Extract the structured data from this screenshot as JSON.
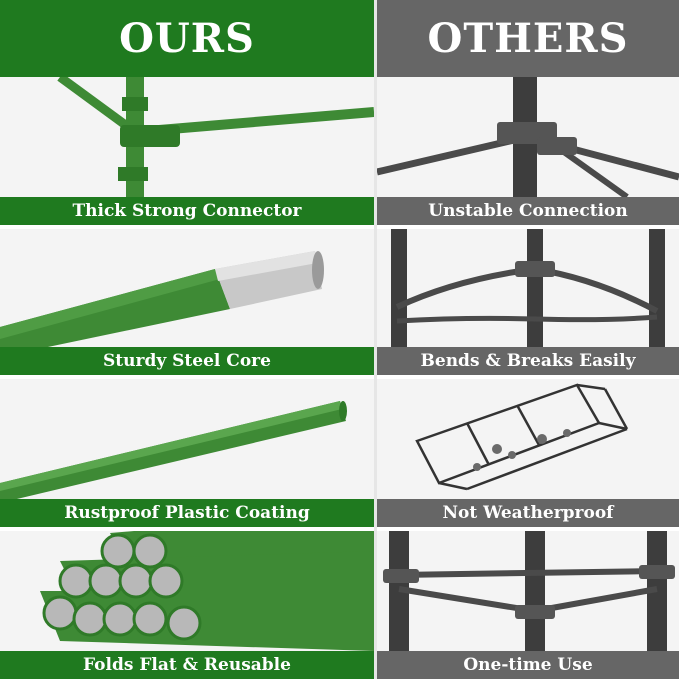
{
  "headers": {
    "ours": "OURS",
    "others": "OTHERS"
  },
  "rows": [
    {
      "ours_caption": "Thick Strong Connector",
      "others_caption": "Unstable Connection"
    },
    {
      "ours_caption": "Sturdy Steel Core",
      "others_caption": "Bends & Breaks Easily"
    },
    {
      "ours_caption": "Rustproof Plastic Coating",
      "others_caption": "Not Weatherproof"
    },
    {
      "ours_caption": "Folds Flat & Reusable",
      "others_caption": "One-time Use"
    }
  ],
  "colors": {
    "ours_green": "#1f7a1f",
    "others_gray": "#666666",
    "stake_green": "#3e8a35",
    "steel": "#c8c8c8",
    "others_dark": "#4a4a4a"
  }
}
